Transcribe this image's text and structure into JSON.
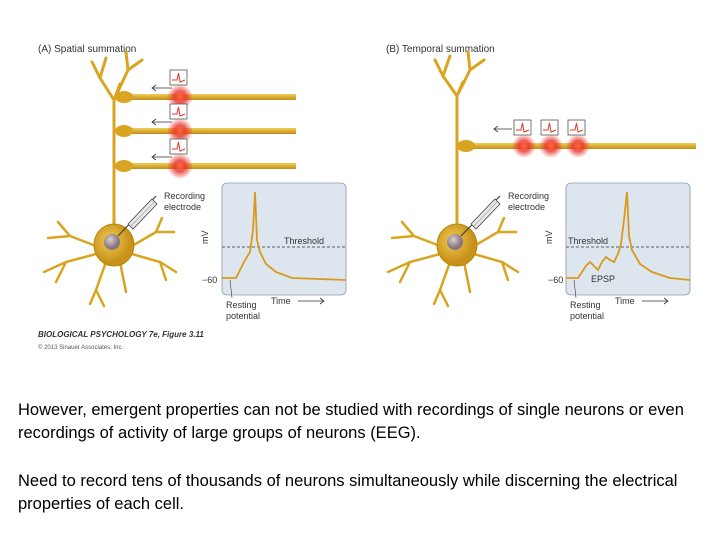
{
  "panels": {
    "a": {
      "title": "(A) Spatial summation"
    },
    "b": {
      "title": "(B) Temporal summation"
    }
  },
  "labels": {
    "recording_line1": "Recording",
    "recording_line2": "electrode",
    "mv": "mV",
    "threshold": "Threshold",
    "minus60": "−60",
    "resting_line1": "Resting",
    "resting_line2": "potential",
    "time": "Time",
    "epsp": "EPSP"
  },
  "figure_caption": {
    "title": "BIOLOGICAL PSYCHOLOGY 7e, Figure 3.11",
    "copyright": "© 2013 Sinauer Associates, Inc."
  },
  "text": {
    "para1": "However, emergent properties can not be studied with recordings of single neurons or even recordings of activity of large groups of neurons (EEG).",
    "para2": "Need to record tens of thousands of neurons simultaneously while discerning the electrical properties of each cell."
  },
  "colors": {
    "neuron": "#d9a520",
    "neuron_dark": "#a87808",
    "synapse_glow": "#e8302a",
    "graph_bg": "#dde6ee",
    "trace": "#d99a1c",
    "nucleus": "#9d8a92"
  }
}
